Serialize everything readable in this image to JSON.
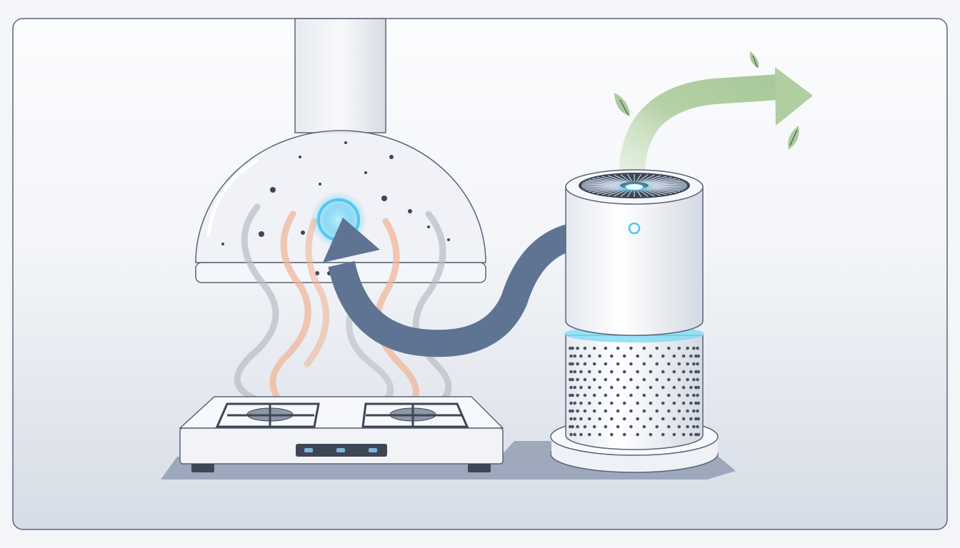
{
  "illustration": {
    "subject": "range-hood-to-air-purifier-airflow",
    "elements": [
      "range-hood",
      "gas-stove",
      "smoke-wisps",
      "airflow-arrow",
      "air-purifier",
      "clean-air-arrow",
      "leaves"
    ],
    "colors": {
      "background_top": "#fbfcfe",
      "background_bottom": "#d9dee8",
      "frame_stroke": "#5a6478",
      "airflow_arrow": "#5f7393",
      "clean_air_arrow": "#b5d1a6",
      "glow_accent": "#4fc9f0",
      "smoke_warm": "#f0b59a",
      "smoke_gray": "#b8bcc4",
      "shadow": "#8e9ab0"
    },
    "icons": [
      "power-icon",
      "leaf-icon"
    ]
  }
}
